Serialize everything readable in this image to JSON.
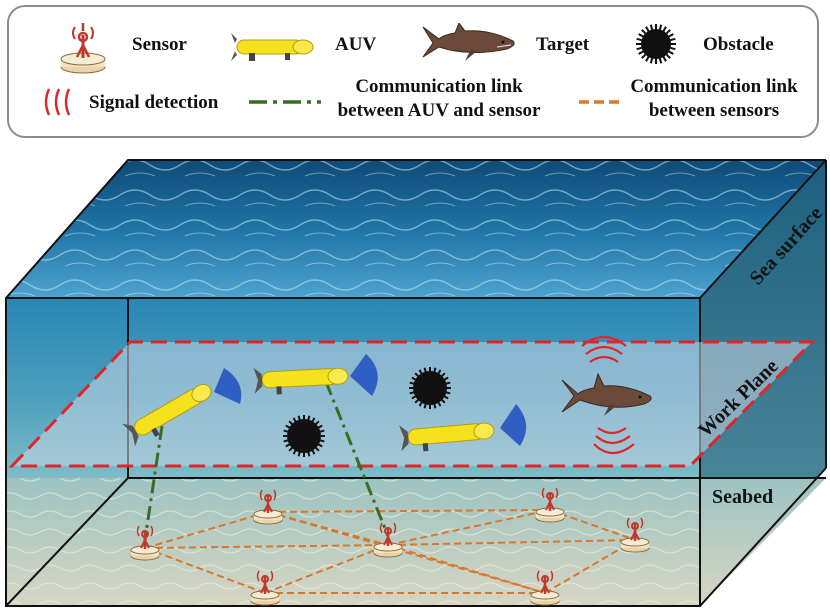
{
  "legend": {
    "sensor_label": "Sensor",
    "auv_label": "AUV",
    "target_label": "Target",
    "obstacle_label": "Obstacle",
    "signal_label": "Signal detection",
    "auv_sensor_link_label": "Communication link between AUV and sensor",
    "sensor_sensor_link_label": "Communication link between sensors"
  },
  "scene": {
    "sea_surface_label": "Sea surface",
    "work_plane_label": "Work Plane",
    "seabed_label": "Seabed"
  },
  "colors": {
    "auv_sensor_link": "#3d6b22",
    "sensor_sensor_link": "#d9782d",
    "work_plane_border": "#e0252b",
    "signal": "#e0252b",
    "sensor_body": "#f2e2bf",
    "sensor_mark": "#c0392b",
    "auv_body": "#f5e11c",
    "sonar": "#2f5fc2",
    "target": "#6b4a3a",
    "obstacle": "#111111"
  }
}
